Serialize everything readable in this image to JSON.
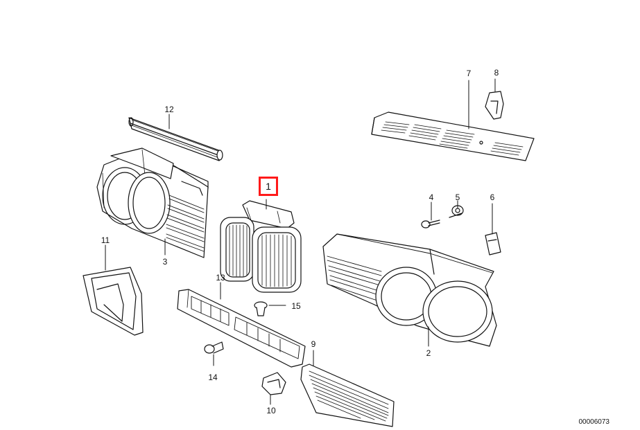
{
  "diagram": {
    "drawing_number": "00006073",
    "highlight_color": "#ff1a1a",
    "parts": [
      {
        "label": "1",
        "highlighted": true
      },
      {
        "label": "2"
      },
      {
        "label": "3"
      },
      {
        "label": "4"
      },
      {
        "label": "5"
      },
      {
        "label": "6"
      },
      {
        "label": "7"
      },
      {
        "label": "8"
      },
      {
        "label": "9"
      },
      {
        "label": "10"
      },
      {
        "label": "11"
      },
      {
        "label": "12"
      },
      {
        "label": "13"
      },
      {
        "label": "14"
      },
      {
        "label": "15"
      }
    ]
  }
}
